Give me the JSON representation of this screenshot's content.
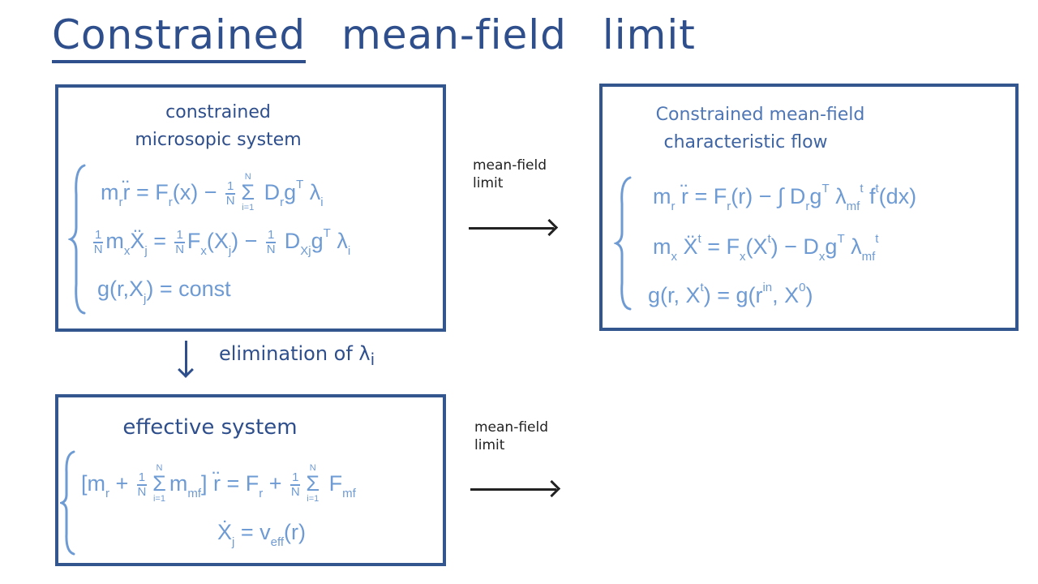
{
  "title": {
    "underlined": "Constrained",
    "rest1": "mean-field",
    "rest2": "limit"
  },
  "colors": {
    "dark": "#2e4f8c",
    "light": "#6e9bd3",
    "border": "#34568f"
  },
  "micro_box": {
    "heading_1": "constrained",
    "heading_2": "microsopic system",
    "equations": [
      [
        [
          "t",
          "m"
        ],
        [
          "sub",
          "r"
        ],
        [
          "dot",
          "r",
          "¨"
        ],
        [
          "t",
          " = F"
        ],
        [
          "sub",
          "r"
        ],
        [
          "t",
          "(x) − "
        ],
        [
          "frac",
          "1",
          "N"
        ],
        [
          "sum",
          "N",
          "i=1"
        ],
        [
          "t",
          " D"
        ],
        [
          "sub",
          "r"
        ],
        [
          "t",
          "g"
        ],
        [
          "sup",
          "T"
        ],
        [
          "t",
          "  λ"
        ],
        [
          "sub",
          "i"
        ]
      ],
      [
        [
          "frac",
          "1",
          "N"
        ],
        [
          "t",
          "m"
        ],
        [
          "sub",
          "x"
        ],
        [
          "dot",
          "X",
          "¨"
        ],
        [
          "sub",
          "j"
        ],
        [
          "t",
          " = "
        ],
        [
          "frac",
          "1",
          "N"
        ],
        [
          "t",
          "F"
        ],
        [
          "sub",
          "x"
        ],
        [
          "t",
          "(X"
        ],
        [
          "sub",
          "j"
        ],
        [
          "t",
          ") − "
        ],
        [
          "frac",
          "1",
          "N"
        ],
        [
          "t",
          " D"
        ],
        [
          "sub",
          "Xj"
        ],
        [
          "t",
          "g"
        ],
        [
          "sup",
          "T"
        ],
        [
          "t",
          "  λ"
        ],
        [
          "sub",
          "i"
        ]
      ],
      [
        [
          "t",
          "g(r,X"
        ],
        [
          "sub",
          "j"
        ],
        [
          "t",
          ") =    const"
        ]
      ]
    ]
  },
  "arrow_1": {
    "label_1": "mean-field",
    "label_2": "limit"
  },
  "flow_box": {
    "heading_1": "Constrained   mean-field",
    "heading_2": "characteristic   flow",
    "equations": [
      [
        [
          "t",
          "m"
        ],
        [
          "sub",
          "r"
        ],
        [
          "t",
          " "
        ],
        [
          "dot",
          "r",
          "¨"
        ],
        [
          "t",
          " = F"
        ],
        [
          "sub",
          "r"
        ],
        [
          "t",
          "(r) − ∫ D"
        ],
        [
          "sub",
          "r"
        ],
        [
          "t",
          "g"
        ],
        [
          "sup",
          "T"
        ],
        [
          "t",
          "  λ"
        ],
        [
          "sub",
          "mf"
        ],
        [
          "sup",
          "t"
        ],
        [
          "t",
          "  f"
        ],
        [
          "sup",
          "t"
        ],
        [
          "t",
          "(dx)"
        ]
      ],
      [
        [
          "t",
          "m"
        ],
        [
          "sub",
          "x"
        ],
        [
          "t",
          " "
        ],
        [
          "dot",
          "X",
          "¨"
        ],
        [
          "sup",
          "t"
        ],
        [
          "t",
          " = F"
        ],
        [
          "sub",
          "x"
        ],
        [
          "t",
          "(X"
        ],
        [
          "sup",
          "t"
        ],
        [
          "t",
          ") − D"
        ],
        [
          "sub",
          "x"
        ],
        [
          "t",
          "g"
        ],
        [
          "sup",
          "T"
        ],
        [
          "t",
          "  λ"
        ],
        [
          "sub",
          "mf"
        ],
        [
          "sup",
          "t"
        ]
      ],
      [
        [
          "t",
          "g(r, X"
        ],
        [
          "sup",
          "t"
        ],
        [
          "t",
          ") = g(r"
        ],
        [
          "sup",
          "in"
        ],
        [
          "t",
          ", X"
        ],
        [
          "sup",
          "0"
        ],
        [
          "t",
          ")"
        ]
      ]
    ]
  },
  "elimination": {
    "label": "elimination of λ",
    "sub": "i"
  },
  "effective_box": {
    "heading": "effective system",
    "equations": [
      [
        [
          "t",
          "[m"
        ],
        [
          "sub",
          "r"
        ],
        [
          "t",
          " + "
        ],
        [
          "frac",
          "1",
          "N"
        ],
        [
          "sum",
          "N",
          "i=1"
        ],
        [
          "t",
          "m"
        ],
        [
          "sub",
          "mf"
        ],
        [
          "t",
          "] "
        ],
        [
          "dot",
          "r",
          "¨"
        ],
        [
          "t",
          " = F"
        ],
        [
          "sub",
          "r"
        ],
        [
          "t",
          " + "
        ],
        [
          "frac",
          "1",
          "N"
        ],
        [
          "sum",
          "N",
          "i=1"
        ],
        [
          "t",
          " F"
        ],
        [
          "sub",
          "mf"
        ]
      ],
      [
        [
          "dot",
          "X",
          "˙"
        ],
        [
          "sub",
          "j"
        ],
        [
          "t",
          " = v"
        ],
        [
          "sub",
          "eff"
        ],
        [
          "t",
          "(r)"
        ]
      ]
    ]
  },
  "arrow_2": {
    "label_1": "mean-field",
    "label_2": "limit"
  }
}
